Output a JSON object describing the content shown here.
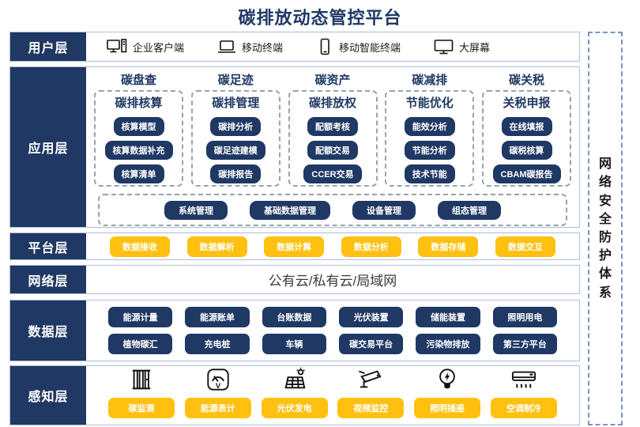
{
  "title": "碳排放动态管控平台",
  "colors": {
    "navy": "#1F3864",
    "gold": "#FFC010",
    "row_border": "#AFBDD8",
    "dashed_gray": "#9aa3ad",
    "security_dash": "#7a93c0"
  },
  "layers": {
    "user": {
      "label": "用户层",
      "items": [
        {
          "icon": "desktop-pc-icon",
          "label": "企业客户端"
        },
        {
          "icon": "laptop-icon",
          "label": "移动终端"
        },
        {
          "icon": "smartphone-icon",
          "label": "移动智能终端"
        },
        {
          "icon": "monitor-icon",
          "label": "大屏幕"
        }
      ]
    },
    "app": {
      "label": "应用层",
      "columns": [
        {
          "title": "碳盘查",
          "subtitle": "碳排核算",
          "items": [
            "核算模型",
            "核算数据补充",
            "核算清单"
          ]
        },
        {
          "title": "碳足迹",
          "subtitle": "碳排管理",
          "items": [
            "碳排分析",
            "碳足迹建模",
            "碳排报告"
          ]
        },
        {
          "title": "碳资产",
          "subtitle": "碳排放权",
          "items": [
            "配额考核",
            "配额交易",
            "CCER交易"
          ]
        },
        {
          "title": "碳减排",
          "subtitle": "节能优化",
          "items": [
            "能效分析",
            "节能分析",
            "技术节能"
          ]
        },
        {
          "title": "碳关税",
          "subtitle": "关税申报",
          "items": [
            "在线填报",
            "碳税核算",
            "CBAM碳报告"
          ]
        }
      ],
      "common": [
        "系统管理",
        "基础数据管理",
        "设备管理",
        "组态管理"
      ]
    },
    "platform": {
      "label": "平台层",
      "items": [
        "数据接收",
        "数据解析",
        "数据计算",
        "数据分析",
        "数据存储",
        "数据交互"
      ]
    },
    "network": {
      "label": "网络层",
      "text": "公有云/私有云/局域网"
    },
    "data": {
      "label": "数据层",
      "rows": [
        [
          "能源计量",
          "能源账单",
          "台账数据",
          "光伏装置",
          "储能装置",
          "照明用电"
        ],
        [
          "植物碳汇",
          "充电桩",
          "车辆",
          "碳交易平台",
          "污染物排放",
          "第三方平台"
        ]
      ]
    },
    "perception": {
      "label": "感知层",
      "items": [
        {
          "icon": "chimney-icon",
          "label": "碳监测"
        },
        {
          "icon": "meter-icon",
          "label": "能源表计"
        },
        {
          "icon": "solar-panel-icon",
          "label": "光伏发电"
        },
        {
          "icon": "cctv-icon",
          "label": "视频监控"
        },
        {
          "icon": "bulb-icon",
          "label": "照明插座"
        },
        {
          "icon": "air-conditioner-icon",
          "label": "空调制冷"
        }
      ]
    }
  },
  "security": {
    "text": "网络安全防护体系"
  }
}
